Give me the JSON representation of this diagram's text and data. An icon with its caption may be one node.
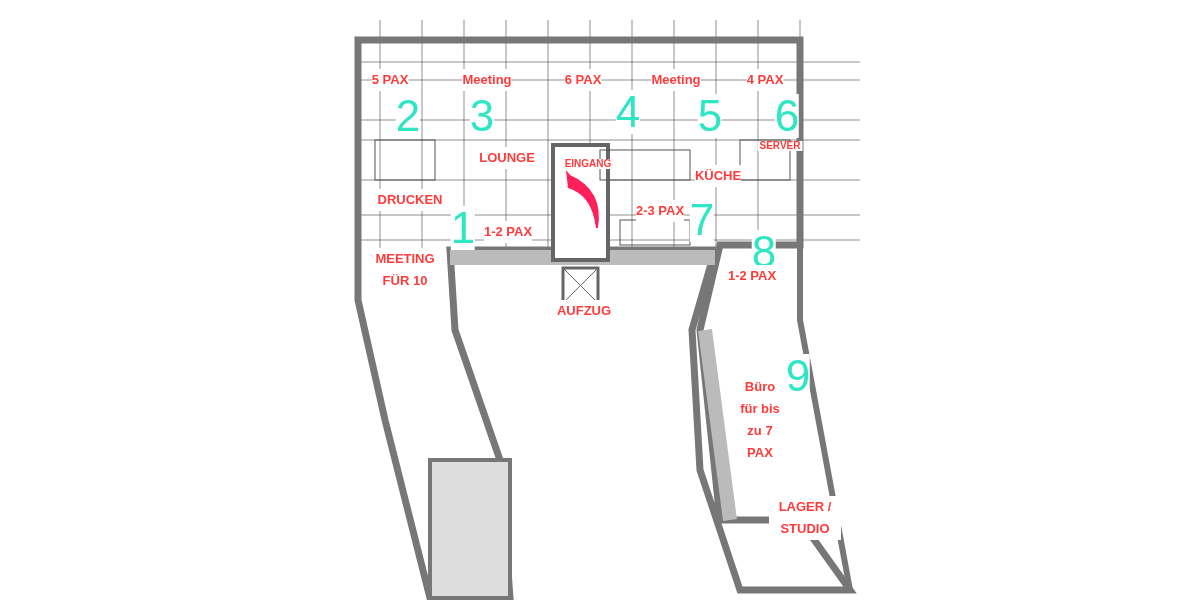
{
  "diagram": {
    "labels": [
      "5 PAX",
      "Meeting",
      "6 PAX",
      "Meeting",
      "4 PAX",
      "2",
      "3",
      "4",
      "5",
      "6",
      "SERVER",
      "LOUNGE",
      "EINGANG",
      "KÜCHE",
      "DRUCKEN",
      "1",
      "1-2 PAX",
      "2-3 PAX",
      "7",
      "MEETING FÜR 10",
      "8",
      "1-2 PAX",
      "AUFZUG",
      "Büro für bis zu 7 PAX",
      "9",
      "LAGER / STUDIO"
    ]
  }
}
